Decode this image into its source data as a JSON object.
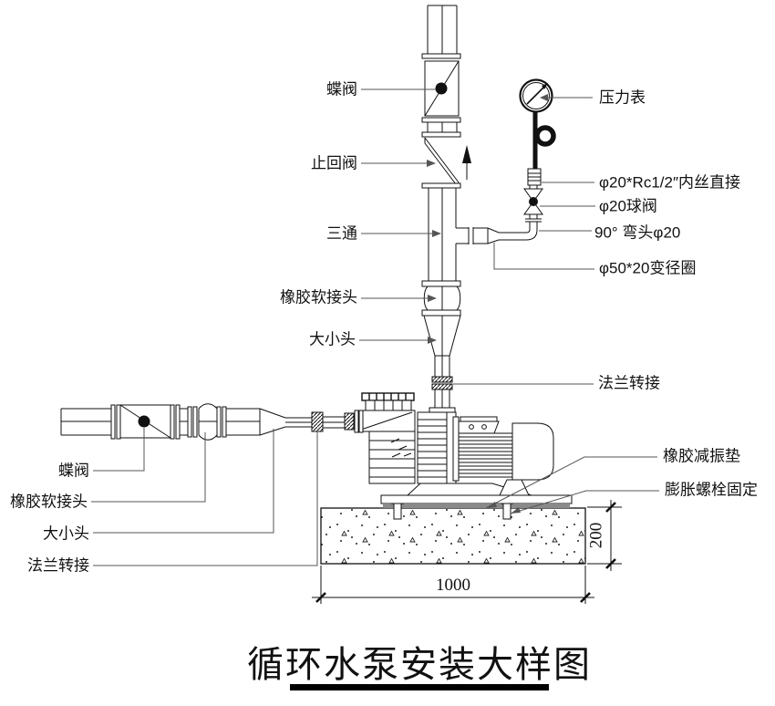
{
  "diagram": {
    "title": "循环水泵安装大样图",
    "labels": {
      "butterfly_valve": "蝶阀",
      "check_valve": "止回阀",
      "tee": "三通",
      "rubber_flex_joint": "橡胶软接头",
      "reducer": "大小头",
      "flange_adapter": "法兰转接",
      "pressure_gauge": "压力表",
      "thread_adapter": "φ20*Rc1/2″内丝直接",
      "ball_valve": "φ20球阀",
      "elbow_90": "90° 弯头φ20",
      "reducing_ring": "φ50*20变径圈",
      "rubber_damper_pad": "橡胶减振垫",
      "expansion_bolt": "膨胀螺栓固定"
    },
    "dimensions": {
      "foundation_width": "1000",
      "foundation_height": "200"
    }
  }
}
